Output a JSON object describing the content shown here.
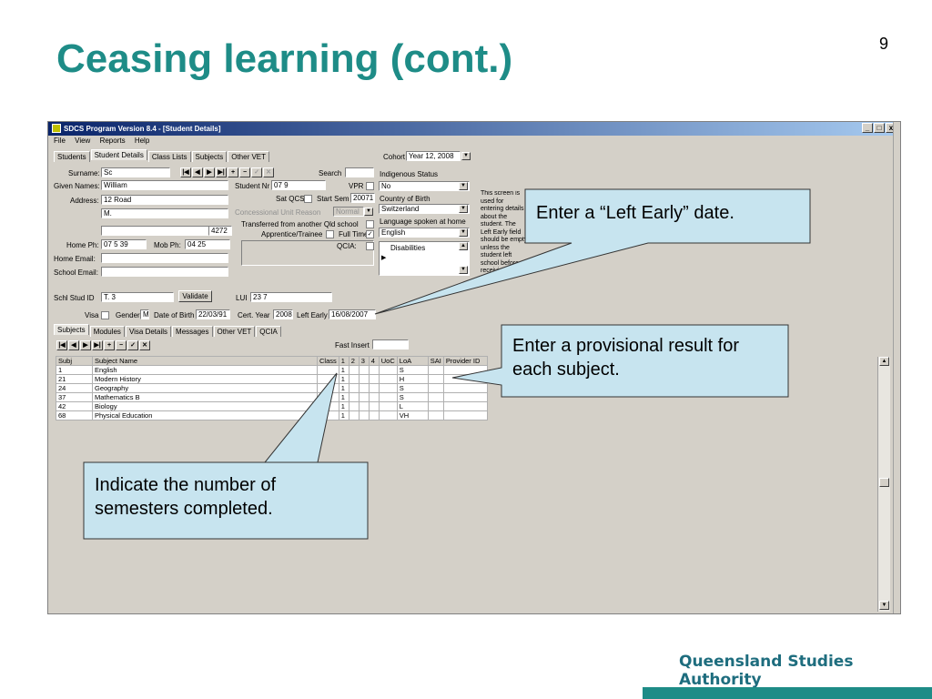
{
  "slide": {
    "title": "Ceasing learning (cont.)",
    "number": "9",
    "brand": "Queensland Studies Authority"
  },
  "window": {
    "title": "SDCS   Program Version 8.4 - [Student Details]",
    "btn_min": "_",
    "btn_max": "□",
    "btn_close": "x"
  },
  "menu": [
    "File",
    "View",
    "Reports",
    "Help"
  ],
  "main_tabs": [
    "Students",
    "Student Details",
    "Class Lists",
    "Subjects",
    "Other VET"
  ],
  "cohort": {
    "label": "Cohort",
    "value": "Year 12, 2008"
  },
  "form": {
    "surname_label": "Surname:",
    "surname": "Sc",
    "given_label": "Given Names:",
    "given": "William",
    "address_label": "Address:",
    "address1": "12    Road",
    "address2": "M.",
    "postcode": "4272",
    "homeph_label": "Home Ph:",
    "homeph": "07 5    39",
    "mobph_label": "Mob Ph:",
    "mobph": "04    25",
    "homeemail_label": "Home Email:",
    "schoolemail_label": "School Email:",
    "search_label": "Search",
    "studentnr_label": "Student Nr",
    "studentnr": "07    9",
    "vpr_label": "VPR",
    "satqcs_label": "Sat QCS",
    "startsem_label": "Start Sem",
    "startsem": "20071",
    "cur_label": "Concessional Unit Reason",
    "cur": "Normal",
    "transferred_label": "Transferred from another Qld school",
    "apprentice_label": "Apprentice/Trainee",
    "fulltime_label": "Full Time",
    "qcia_label": "QCIA:",
    "indigenous_label": "Indigenous Status",
    "indigenous": "No",
    "country_label": "Country of Birth",
    "country": "Switzerland",
    "language_label": "Language spoken at home",
    "language": "English",
    "disabilities_label": "Disabilities",
    "schlstud_label": "Schl Stud ID",
    "schlstud": "T.    3",
    "validate_label": "Validate",
    "lui_label": "LUI",
    "lui": "23    7",
    "visa_label": "Visa",
    "gender_label": "Gender",
    "gender": "M",
    "dob_label": "Date of Birth",
    "dob": "22/03/91",
    "certyear_label": "Cert. Year",
    "certyear": "2008",
    "leftearly_label": "Left Early",
    "leftearly": "16/08/2007"
  },
  "info_text": "This screen is used for entering details about the student. The Left Early field should be empty unless the student left school before receiving a Student Education Profile or moved",
  "sub_tabs": [
    "Subjects",
    "Modules",
    "Visa Details",
    "Messages",
    "Other VET",
    "QCIA"
  ],
  "fast_insert_label": "Fast Insert",
  "nav_icons": [
    "first-icon",
    "prev-icon",
    "next-icon",
    "last-icon",
    "add-icon",
    "delete-icon",
    "post-icon",
    "cancel-icon"
  ],
  "table": {
    "columns": [
      "Subj",
      "Subject Name",
      "Class",
      "1",
      "2",
      "3",
      "4",
      "UoC",
      "LoA",
      "SAI",
      "Provider ID"
    ],
    "rows": [
      [
        "1",
        "English",
        "",
        "1",
        "",
        "",
        "",
        "",
        "S",
        "",
        ""
      ],
      [
        "21",
        "Modern History",
        "",
        "1",
        "",
        "",
        "",
        "",
        "H",
        "",
        ""
      ],
      [
        "24",
        "Geography",
        "",
        "1",
        "",
        "",
        "",
        "",
        "S",
        "",
        ""
      ],
      [
        "37",
        "Mathematics B",
        "",
        "1",
        "",
        "",
        "",
        "",
        "S",
        "",
        ""
      ],
      [
        "42",
        "Biology",
        "",
        "1",
        "",
        "",
        "",
        "",
        "L",
        "",
        ""
      ],
      [
        "68",
        "Physical Education",
        "",
        "1",
        "",
        "",
        "",
        "",
        "VH",
        "",
        ""
      ]
    ]
  },
  "callouts": {
    "left_early": "Enter a “Left Early” date.",
    "result": "Enter a provisional result for each subject.",
    "semesters": "Indicate the number of semesters completed."
  },
  "colors": {
    "title": "#1e8c87",
    "callout_fill": "#c7e4ef",
    "brand": "#1e6d7e"
  }
}
